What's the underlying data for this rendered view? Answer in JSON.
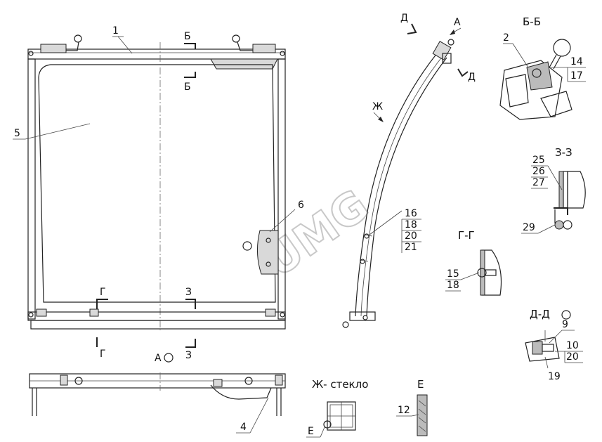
{
  "watermark": "UMG",
  "main_view": {
    "callouts": {
      "frame": "1",
      "glass": "5",
      "bracket": "6"
    },
    "sections": {
      "b_top": "Б",
      "b_bottom": "Б",
      "g_top": "Г",
      "g_bottom": "Г",
      "z_top": "З",
      "z_bottom": "З"
    }
  },
  "bottom_view": {
    "view_label": "А",
    "callout": "4"
  },
  "side_view": {
    "arrow_a": "А",
    "arrow_d_top": "Д",
    "arrow_d_right": "Д",
    "arrow_zh": "Ж",
    "stack": [
      "16",
      "18",
      "20",
      "21"
    ]
  },
  "section_bb": {
    "title": "Б-Б",
    "callout_left": "2",
    "callouts_right": [
      "14",
      "17"
    ]
  },
  "section_zz": {
    "title": "З-З",
    "stack": [
      "25",
      "26",
      "27"
    ],
    "callout": "29"
  },
  "section_gg": {
    "title": "Г-Г",
    "stack": [
      "15",
      "18"
    ]
  },
  "section_dd": {
    "title": "Д-Д",
    "callouts": [
      "9",
      "10",
      "20",
      "19"
    ]
  },
  "section_zh": {
    "title": "Ж- стекло",
    "callout": "Е"
  },
  "detail_e": {
    "title": "Е",
    "callout": "12"
  }
}
